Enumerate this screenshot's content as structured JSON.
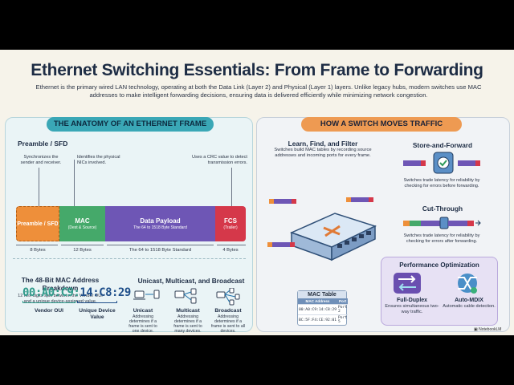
{
  "title": "Ethernet Switching Essentials: From Frame to Forwarding",
  "intro": "Ethernet is the primary wired LAN technology, operating at both the Data Link (Layer 2) and Physical (Layer 1) layers. Unlike legacy hubs, modern switches use MAC addresses to make intelligent forwarding decisions, ensuring data is delivered efficiently while minimizing network congestion.",
  "left": {
    "banner": "THE ANATOMY OF AN ETHERNET FRAME",
    "preamble_heading": "Preamble / SFD",
    "callouts": {
      "preamble": "Synchronizes the sender and receiver.",
      "mac": "Identifies the physical NICs involved.",
      "fcs": "Uses a CRC value to detect transmission errors."
    },
    "segments": {
      "preamble": {
        "label": "Preamble / SFD",
        "sub": "",
        "color": "#ee8f3a"
      },
      "mac": {
        "label": "MAC",
        "sub": "(Dest & Source)",
        "color": "#45a96a"
      },
      "payload": {
        "label": "Data Payload",
        "sub": "The 64 to 1518 Byte Standard",
        "color": "#6e56b5"
      },
      "fcs": {
        "label": "FCS",
        "sub": "(Trailer)",
        "color": "#d5384a"
      }
    },
    "dimensions": {
      "preamble": "8 Bytes",
      "mac": "12 Bytes",
      "payload": "The 64 to 1518 Byte Standard",
      "fcs": "4 Bytes"
    },
    "mac_section": {
      "heading": "The 48-Bit MAC Address Breakdown",
      "desc": "12 hex digits split between the Vendor OUI and a unique device-assigned value.",
      "oui": "00:A0:C9:",
      "device": "14:C8:29",
      "oui_label": "Vendor OUI",
      "device_label": "Unique Device Value"
    },
    "cast": {
      "heading": "Unicast, Multicast, and Broadcast",
      "items": [
        {
          "title": "Unicast",
          "desc": "Addressing determines if a frame is sent to one device."
        },
        {
          "title": "Multicast",
          "desc": "Addressing determines if a frame is sent to many devices."
        },
        {
          "title": "Broadcast",
          "desc": "Addressing determines if a frame is sent to all devices."
        }
      ]
    }
  },
  "right": {
    "banner": "HOW A SWITCH MOVES TRAFFIC",
    "learn_heading": "Learn, Find, and Filter",
    "learn_desc": "Switches build MAC tables by recording source addresses and incoming ports for every frame.",
    "saf_heading": "Store-and-Forward",
    "saf_desc": "Switches trade latency for reliability by checking for errors before forwarding.",
    "ct_heading": "Cut-Through",
    "ct_desc": "Switches trade latency for reliability by checking for errors after forwarding.",
    "mac_table": {
      "heading": "MAC Table",
      "cols": [
        "MAC Address",
        "Port"
      ],
      "rows": [
        [
          "00:A0:C9:14:C8:29",
          "Port 2"
        ],
        [
          "BC:5F:F4:CE:92:01",
          "Port 5"
        ]
      ]
    },
    "perf": {
      "heading": "Performance Optimization",
      "items": [
        {
          "title": "Full-Duplex",
          "desc": "Ensures simultaneous two-way traffic."
        },
        {
          "title": "Auto-MDIX",
          "desc": "Automatic cable detection."
        }
      ]
    }
  },
  "watermark": "NotebookLM",
  "colors": {
    "teal": "#3aa7b6",
    "orange": "#ee9a52",
    "mac_oui": "#2f9a8a",
    "mac_device": "#1f4f8a",
    "purple": "#6e56b5"
  }
}
